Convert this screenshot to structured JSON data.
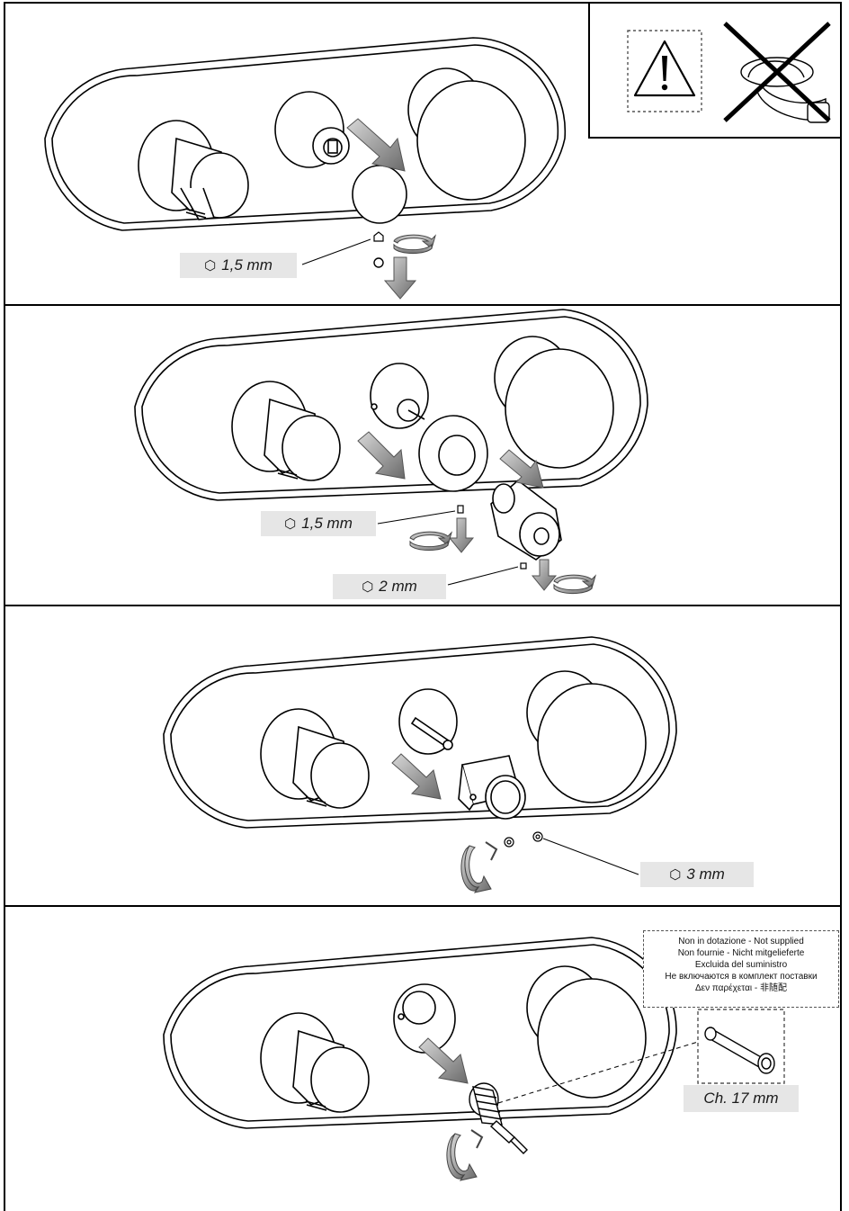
{
  "steps": [
    {
      "labels": [
        {
          "icon": "⬡",
          "text": "1,5 mm"
        }
      ]
    },
    {
      "labels": [
        {
          "icon": "⬡",
          "text": "1,5 mm"
        },
        {
          "icon": "⬡",
          "text": "2 mm"
        }
      ]
    },
    {
      "labels": [
        {
          "icon": "⬡",
          "text": "3 mm"
        }
      ]
    },
    {
      "labels": [
        {
          "text": "Ch. 17 mm"
        }
      ],
      "note_lines": [
        "Non in dotazione - Not supplied",
        "Non fournie - Nicht mitgelieferte",
        "Excluida del suministro",
        "Не включаются в комплект поставки",
        "Δεν παρέχεται - 非随配"
      ]
    }
  ],
  "icons": {
    "warning": "warning-triangle-icon",
    "prohibited": "no-bare-hands-icon",
    "rotate": "rotate-arrow-icon",
    "direction": "direction-arrow-icon",
    "hex_key": "hex-key-icon"
  },
  "colors": {
    "label_bg": "#e6e6e6",
    "arrow_gray": "#8a8a8a",
    "line": "#000000"
  }
}
